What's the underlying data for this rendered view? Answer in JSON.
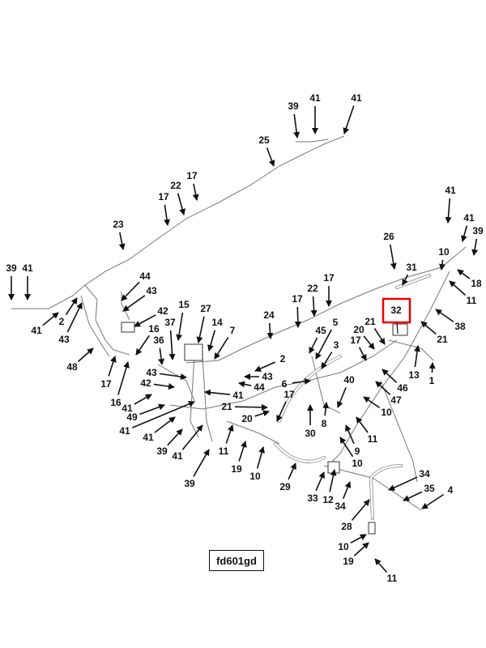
{
  "diagram_id": "fd601gd",
  "highlighted_callout": "32",
  "highlight_color": "#e00000",
  "callouts": [
    "39",
    "41",
    "41",
    "25",
    "17",
    "22",
    "17",
    "23",
    "41",
    "41",
    "39",
    "26",
    "10",
    "31",
    "18",
    "11",
    "17",
    "22",
    "17",
    "32",
    "38",
    "21",
    "24",
    "45",
    "5",
    "3",
    "21",
    "20",
    "17",
    "2",
    "43",
    "6",
    "44",
    "13",
    "1",
    "46",
    "47",
    "40",
    "17",
    "10",
    "30",
    "8",
    "11",
    "9",
    "10",
    "21",
    "20",
    "11",
    "19",
    "10",
    "29",
    "33",
    "12",
    "34",
    "34",
    "35",
    "4",
    "28",
    "10",
    "19",
    "11",
    "39",
    "41",
    "44",
    "43",
    "42",
    "41",
    "2",
    "43",
    "16",
    "15",
    "27",
    "37",
    "14",
    "7",
    "36",
    "48",
    "43",
    "42",
    "17",
    "16",
    "41",
    "49",
    "41",
    "41",
    "39",
    "41",
    "39",
    "41"
  ]
}
